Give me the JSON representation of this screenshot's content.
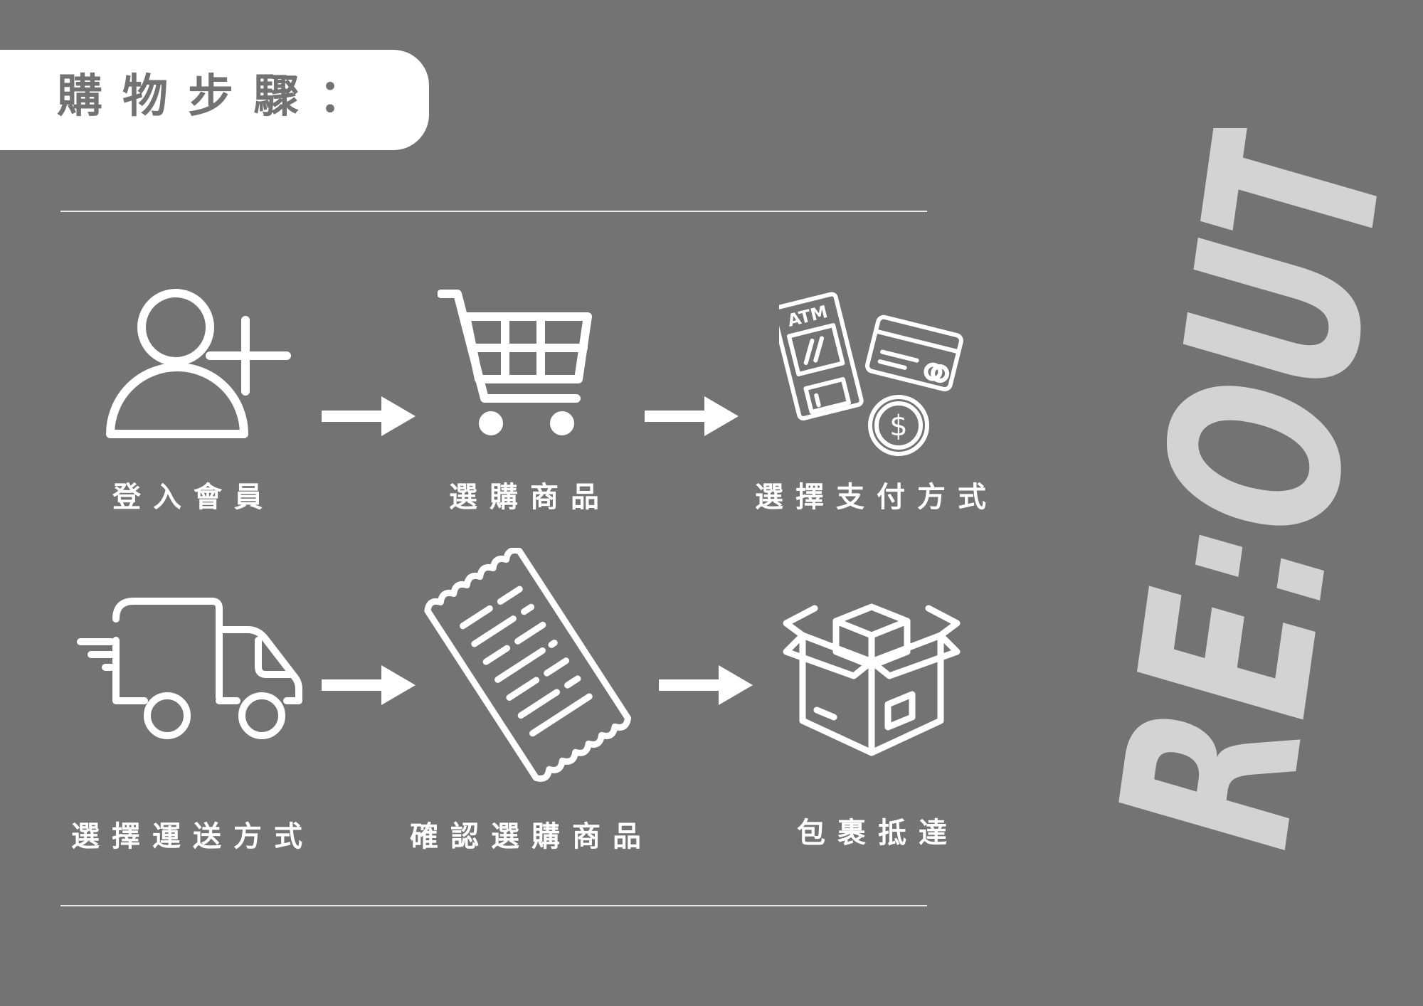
{
  "title": "購物步驟：",
  "steps": [
    {
      "label": "登入會員",
      "icon": "add-user-icon"
    },
    {
      "label": "選購商品",
      "icon": "shopping-cart-icon"
    },
    {
      "label": "選擇支付方式",
      "icon": "payment-methods-icon"
    },
    {
      "label": "選擇運送方式",
      "icon": "delivery-truck-icon"
    },
    {
      "label": "確認選購商品",
      "icon": "receipt-icon"
    },
    {
      "label": "包裹抵達",
      "icon": "package-box-icon"
    }
  ],
  "arrow_icon": "right-arrow-icon",
  "logo_text": "RE:OUT",
  "colors": {
    "background": "#737373",
    "tab": "#ffffff",
    "title_text": "#727272",
    "icons": "#ffffff",
    "logo": "#d3d3d3"
  }
}
